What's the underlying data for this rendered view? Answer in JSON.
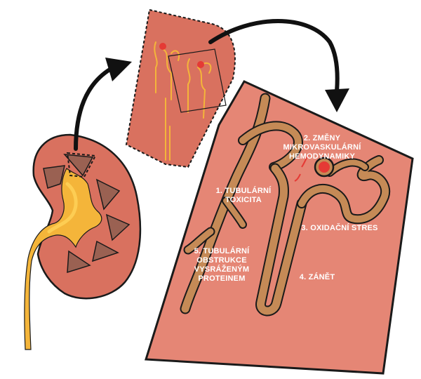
{
  "figure": {
    "labels": {
      "tubular_toxicity": [
        "1. TUBULÁRNÍ",
        "TOXICITA"
      ],
      "hemodynamics": [
        "2. ZMĚNY",
        "MIKROVASKULÁRNÍ",
        "HEMODYNAMIKY"
      ],
      "oxidative_stress": [
        "3. OXIDAČNÍ STRES"
      ],
      "inflammation": [
        "4. ZÁNĚT"
      ],
      "obstruction": [
        "5. TUBULÁRNÍ",
        "OBSTRUKCE",
        "VYSRÁŽENÝM",
        "PROTEINEM"
      ]
    },
    "colors": {
      "kidney_tissue": "#d9715f",
      "medulla_pyramid": "#9a6152",
      "pelvis_yellow": "#f4b53a",
      "tubule_fill": "#c58a56",
      "panel_bg": "#e58675",
      "outline": "#1a1a1a",
      "glomerulus_red": "#e53a35",
      "label_text": "#ffffff"
    }
  }
}
